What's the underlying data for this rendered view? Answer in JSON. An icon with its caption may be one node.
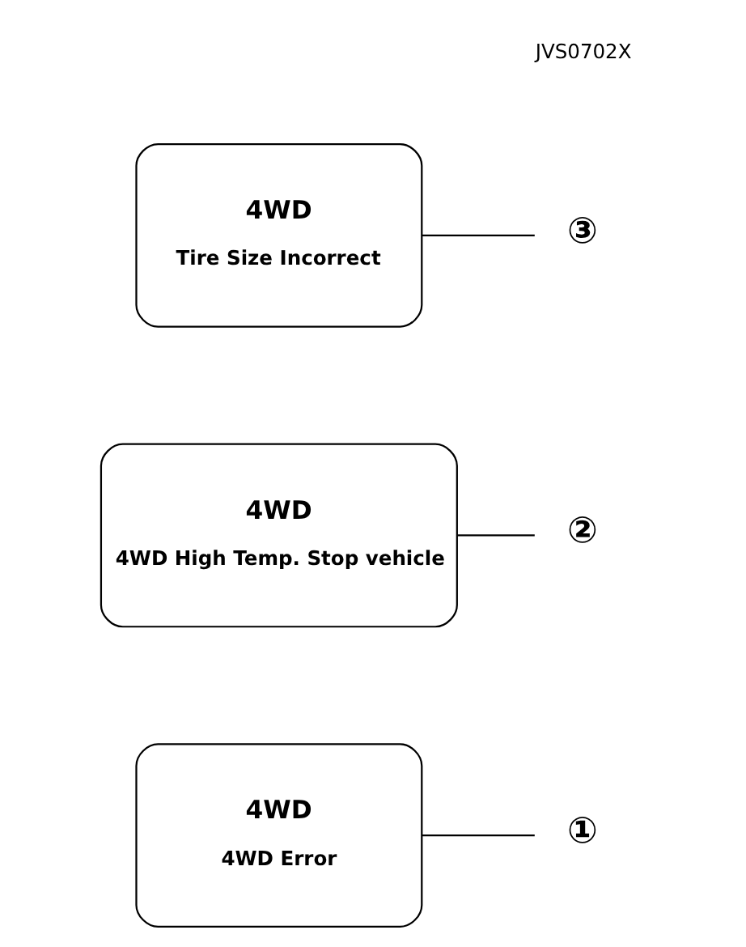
{
  "diagram": {
    "nodes": [
      {
        "text": [
          "4WD",
          "4WD Error"
        ]
      },
      {
        "text": [
          "①"
        ]
      },
      {
        "text": [
          "4WD",
          "4WD High Temp. Stop vehicle"
        ]
      },
      {
        "text": [
          "②"
        ]
      },
      {
        "text": [
          "4WD",
          "Tire Size Incorrect"
        ]
      },
      {
        "text": [
          "③"
        ]
      }
    ],
    "edges": [
      {
        "from": 1,
        "to": 0,
        "arrow": "none"
      },
      {
        "from": 3,
        "to": 2,
        "arrow": "none"
      },
      {
        "from": 5,
        "to": 4,
        "arrow": "none"
      }
    ],
    "labels": [
      "JVS0702X"
    ]
  }
}
